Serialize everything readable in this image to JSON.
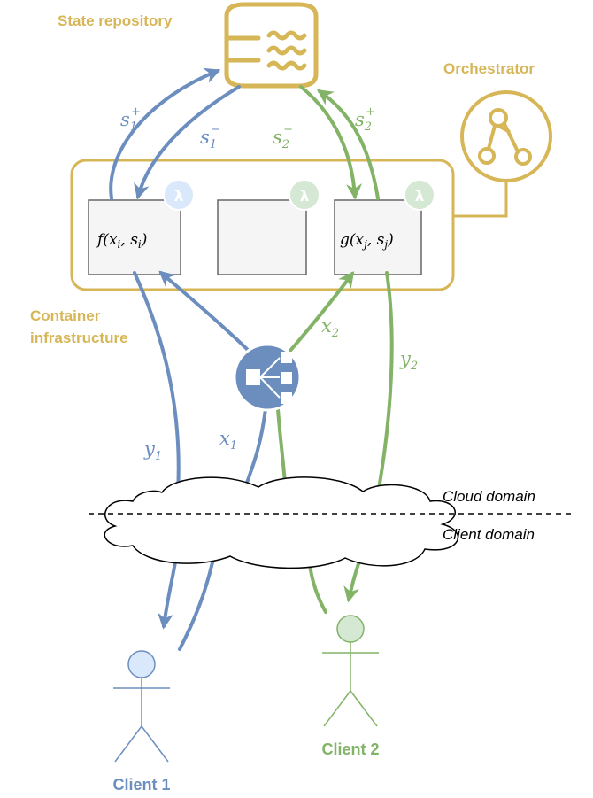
{
  "labels": {
    "state_repository": "State repository",
    "orchestrator": "Orchestrator",
    "container_infra_line1": "Container",
    "container_infra_line2": "infrastructure",
    "cloud_domain": "Cloud domain",
    "client_domain": "Client domain",
    "client1": "Client 1",
    "client2": "Client 2"
  },
  "functions": {
    "f": {
      "name": "f",
      "arg1": "x",
      "arg1_sub": "i",
      "arg2": "s",
      "arg2_sub": "i"
    },
    "g": {
      "name": "g",
      "arg1": "x",
      "arg1_sub": "j",
      "arg2": "s",
      "arg2_sub": "j"
    }
  },
  "lambda_symbol": "λ",
  "state_labels": {
    "s1_plus": {
      "base": "s",
      "sub": "1",
      "sup": "+"
    },
    "s1_minus": {
      "base": "s",
      "sub": "1",
      "sup": "−"
    },
    "s2_minus": {
      "base": "s",
      "sub": "2",
      "sup": "−"
    },
    "s2_plus": {
      "base": "s",
      "sub": "2",
      "sup": "+"
    }
  },
  "flow_labels": {
    "x1": {
      "base": "x",
      "sub": "1"
    },
    "y1": {
      "base": "y",
      "sub": "1"
    },
    "x2": {
      "base": "x",
      "sub": "2"
    },
    "y2": {
      "base": "y",
      "sub": "2"
    }
  },
  "colors": {
    "gold": "#D6B656",
    "blue": "#6C8EBF",
    "green": "#82B366",
    "blue_fill": "#DAE8FC",
    "green_fill": "#D5E8D4",
    "box_fill": "#F5F5F5",
    "box_stroke": "#666666"
  }
}
